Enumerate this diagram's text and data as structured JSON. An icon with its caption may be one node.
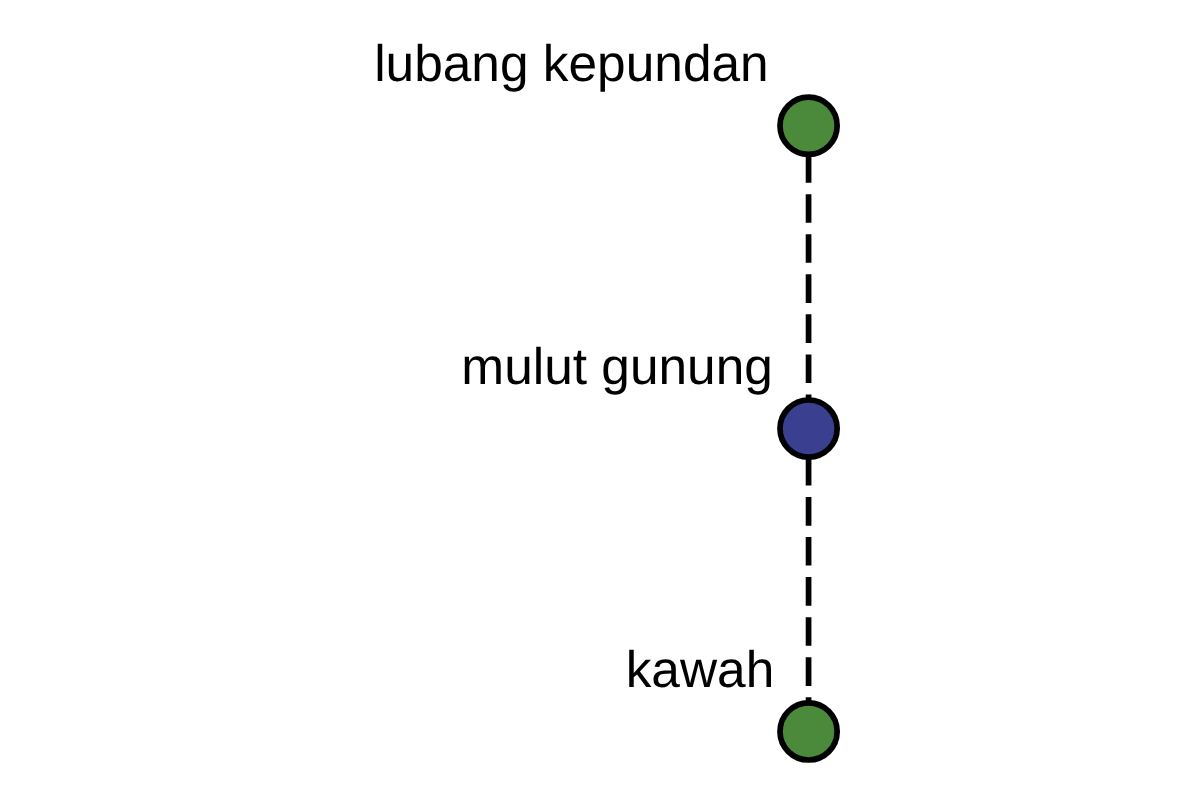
{
  "diagram": {
    "nodes": [
      {
        "text": [
          "lubang kepundan"
        ]
      },
      {
        "text": [
          "mulut gunung"
        ]
      },
      {
        "text": [
          "kawah"
        ]
      }
    ],
    "edges": [
      {
        "from": 0,
        "to": 1,
        "arrow": "none",
        "style": "dashed"
      },
      {
        "from": 1,
        "to": 2,
        "arrow": "none",
        "style": "dashed"
      }
    ]
  }
}
